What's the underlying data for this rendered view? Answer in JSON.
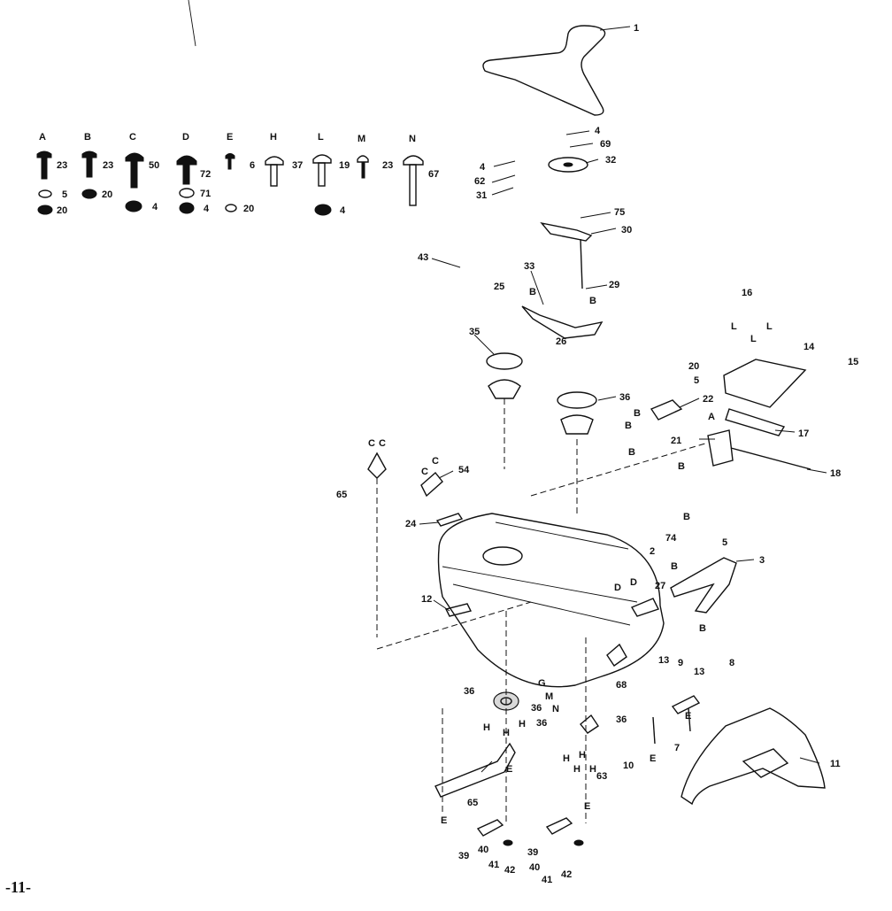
{
  "hardware_legend": [
    {
      "letter": "A",
      "fastener_qty": "23",
      "washer_qty": "5",
      "nut_qty": "20"
    },
    {
      "letter": "B",
      "fastener_qty": "23",
      "washer_qty": "20"
    },
    {
      "letter": "C",
      "fastener_qty": "50",
      "nut_qty": "4"
    },
    {
      "letter": "D",
      "fastener_qty": "72",
      "washer_qty": "71",
      "nut_qty": "4"
    },
    {
      "letter": "E",
      "fastener_qty": "6",
      "washer_qty": "20"
    },
    {
      "letter": "H",
      "fastener_qty": "37"
    },
    {
      "letter": "L",
      "fastener_qty": "19",
      "nut_qty": "4"
    },
    {
      "letter": "M",
      "fastener_qty": "23"
    },
    {
      "letter": "N",
      "fastener_qty": "67"
    }
  ],
  "part_callouts": [
    "1",
    "4",
    "69",
    "32",
    "4",
    "62",
    "31",
    "75",
    "30",
    "43",
    "33",
    "25",
    "29",
    "26",
    "35",
    "16",
    "14",
    "15",
    "20",
    "5",
    "22",
    "36",
    "21",
    "17",
    "18",
    "65",
    "54",
    "24",
    "74",
    "5",
    "3",
    "2",
    "27",
    "12",
    "13",
    "9",
    "13",
    "8",
    "36",
    "36",
    "36",
    "68",
    "10",
    "63",
    "11",
    "65",
    "39",
    "40",
    "41",
    "42",
    "39",
    "40",
    "41",
    "42",
    "36",
    "7"
  ],
  "letter_callouts": [
    "B",
    "B",
    "L",
    "L",
    "L",
    "B",
    "B",
    "A",
    "B",
    "B",
    "C",
    "C",
    "C",
    "C",
    "B",
    "B",
    "D",
    "D",
    "B",
    "G",
    "M",
    "N",
    "H",
    "H",
    "H",
    "H",
    "H",
    "H",
    "H",
    "E",
    "E",
    "E",
    "E",
    "E"
  ],
  "page_number": "-11-"
}
